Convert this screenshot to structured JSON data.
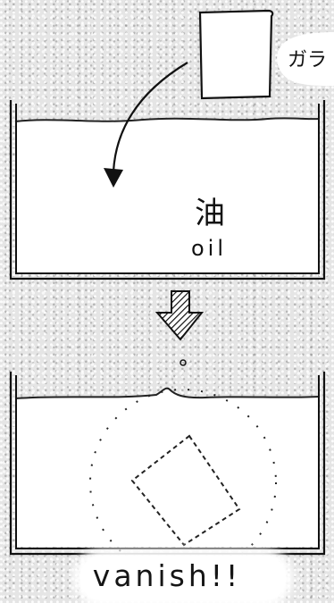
{
  "panel1": {
    "glass_label": "ガラ",
    "liquid_kanji": "油",
    "liquid_label": "oil"
  },
  "panel2": {
    "caption": "vanish!!"
  },
  "icons": {
    "drop_arrow": "curved-arrow",
    "transition_arrow": "hatched-down-arrow"
  },
  "colors": {
    "ink": "#111111",
    "paper": "#e5e5e5",
    "liquid": "#ffffff"
  }
}
